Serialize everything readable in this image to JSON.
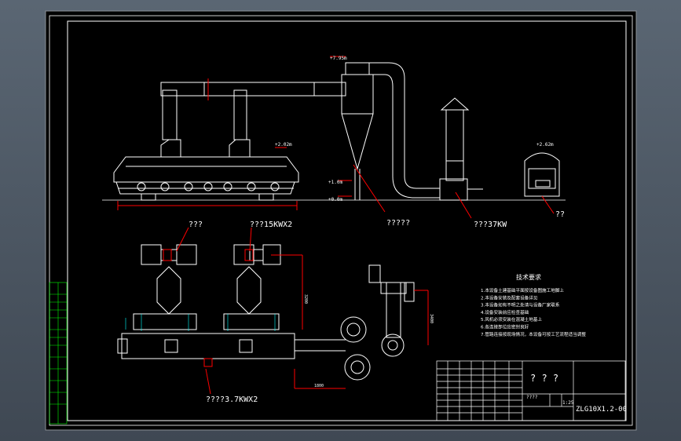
{
  "colors": {
    "background_outer": "#4a5460",
    "sheet": "#000000",
    "line_main": "#ffffff",
    "accent": "#ff0000",
    "cyan": "#00ffff",
    "green": "#00ff00"
  },
  "callouts": {
    "cyclone_label": "?????",
    "fan_label": "???37KW",
    "right_label": "??",
    "top_left_label": "???",
    "top_mid_label": "???15KWX2",
    "bottom_label": "????3.7KWX2"
  },
  "elevations": {
    "e1": "+7.95m",
    "e2": "+2.02m",
    "e3": "+1.0m",
    "e4": "+0.0m",
    "e5": "+2.62m"
  },
  "dimensions": {
    "d1": "3200",
    "d2": "3400",
    "d3": "1800"
  },
  "notes": {
    "title": "技术要求",
    "items": [
      "1.本设备土建基础平面按设备图施工地脚上",
      "2.本设备安装及配套设备详见",
      "3.本设备如有不明之处请与设备厂家联系",
      "4.设备安装前应检查基础",
      "5.风机必须安装在混凝土地基上",
      "6.各连接部位应密封良好",
      "7.管路连接按现场情况，本设备可按工艺流程适当调整"
    ]
  },
  "title_block": {
    "name": "? ? ?",
    "sub": "????",
    "scale": "1:25",
    "drawing_no": "ZLG10X1.2-00"
  }
}
